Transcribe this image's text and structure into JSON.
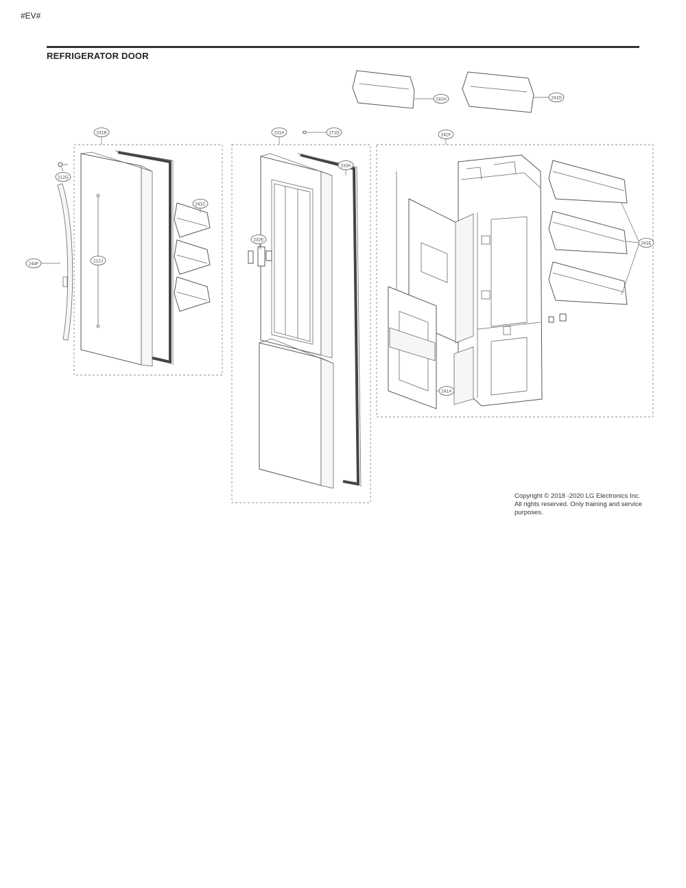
{
  "page": {
    "code_tag": "#EV#",
    "section_title": "REFRIGERATOR DOOR",
    "copyright_lines": [
      "Copyright © 2018 -2020 LG Electronics Inc.",
      "All rights reserved. Only training and service",
      "purposes."
    ]
  },
  "callouts": {
    "c241h": "241H",
    "c241d": "241D",
    "c231b": "231B",
    "c231a": "231A",
    "c271d": "271D",
    "c241f": "241F",
    "c212g": "212G",
    "c241c": "241C",
    "c233a": "233A",
    "c232e": "232E",
    "c244f": "244F",
    "c212j": "212J",
    "c241e": "241E",
    "c241a": "241A"
  }
}
